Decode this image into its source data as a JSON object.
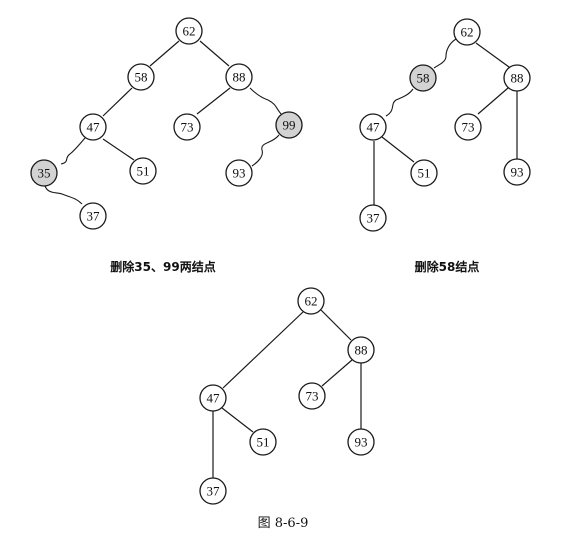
{
  "captions": {
    "panel_a": "删除35、99两结点",
    "panel_b": "删除58结点",
    "figure": "图 8-6-9"
  },
  "colors": {
    "deleted_fill": "#d3d3d3",
    "node_fill": "#ffffff",
    "stroke": "#1a1a1a"
  },
  "trees": {
    "panel_a": {
      "nodes": [
        "62",
        "58",
        "88",
        "47",
        "73",
        "99",
        "35",
        "51",
        "93",
        "37"
      ],
      "deleted": [
        "35",
        "99"
      ]
    },
    "panel_b": {
      "nodes": [
        "62",
        "58",
        "88",
        "47",
        "73",
        "51",
        "93",
        "37"
      ],
      "deleted": [
        "58"
      ]
    },
    "panel_c": {
      "nodes": [
        "62",
        "88",
        "47",
        "73",
        "51",
        "93",
        "37"
      ],
      "deleted": []
    }
  }
}
